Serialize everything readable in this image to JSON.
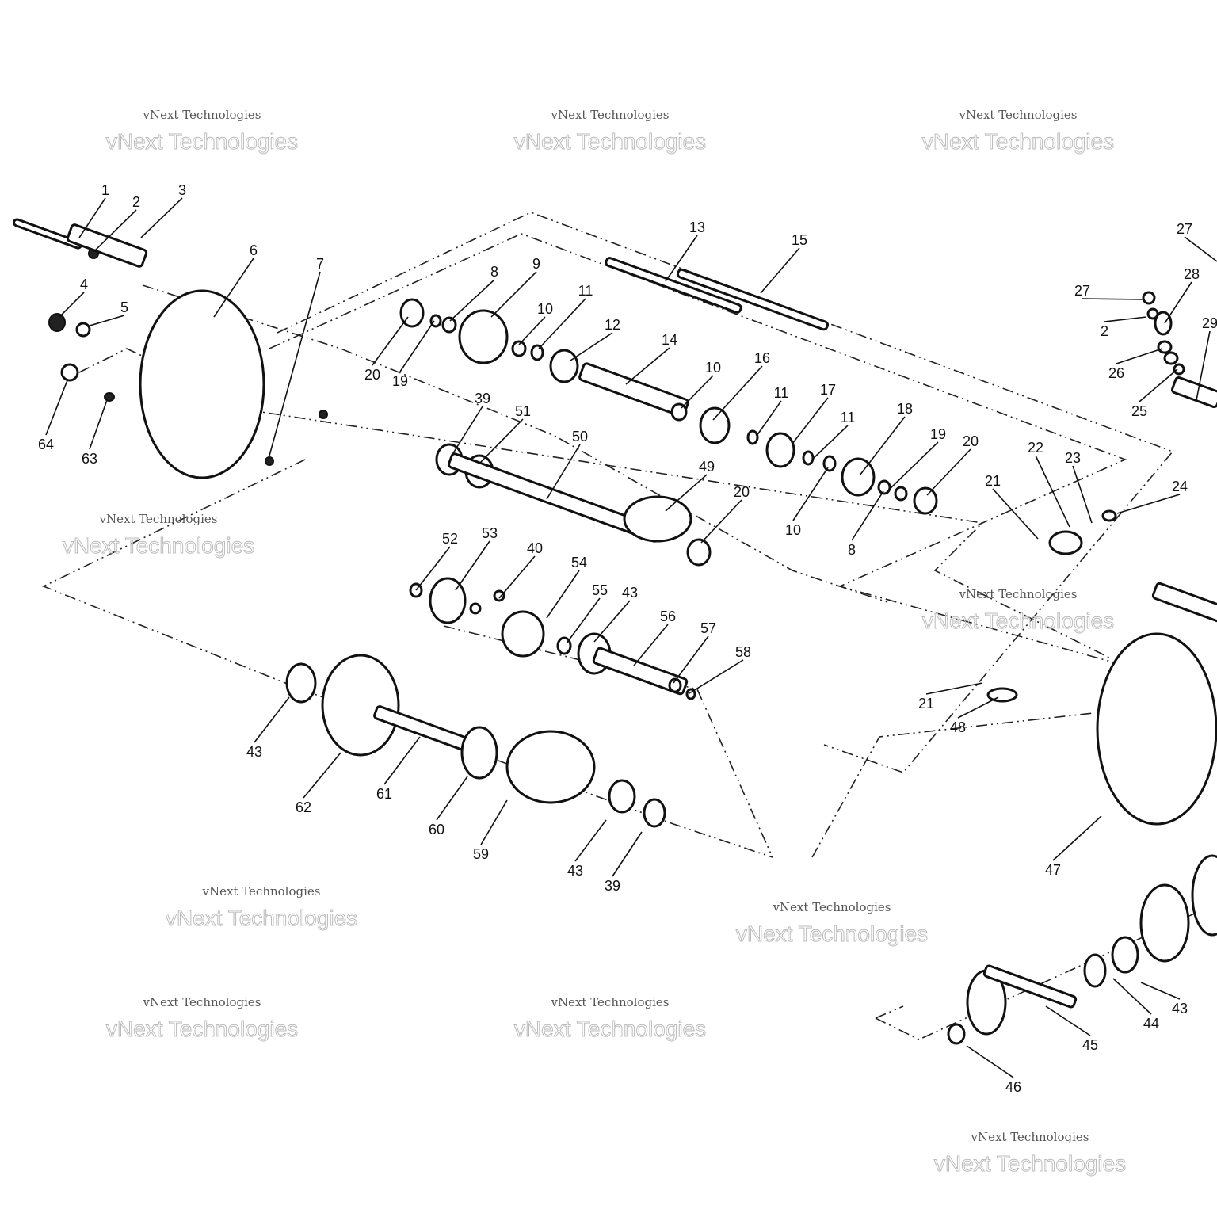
{
  "diagram": {
    "type": "exploded-parts-view",
    "watermark": {
      "line1": "vNext Technologies",
      "line2": "vNext Technologies"
    },
    "labels": [
      "1",
      "2",
      "3",
      "4",
      "5",
      "6",
      "7",
      "8",
      "9",
      "20",
      "19",
      "10",
      "11",
      "12",
      "13",
      "14",
      "15",
      "10",
      "16",
      "11",
      "17",
      "11",
      "18",
      "19",
      "20",
      "10",
      "8",
      "39",
      "51",
      "50",
      "49",
      "20",
      "64",
      "63",
      "27",
      "27",
      "28",
      "2",
      "29",
      "26",
      "25",
      "22",
      "23",
      "21",
      "24",
      "52",
      "53",
      "40",
      "54",
      "55",
      "43",
      "56",
      "57",
      "58",
      "43",
      "62",
      "61",
      "60",
      "59",
      "43",
      "39",
      "21",
      "48",
      "47",
      "43",
      "44",
      "45",
      "46"
    ]
  }
}
